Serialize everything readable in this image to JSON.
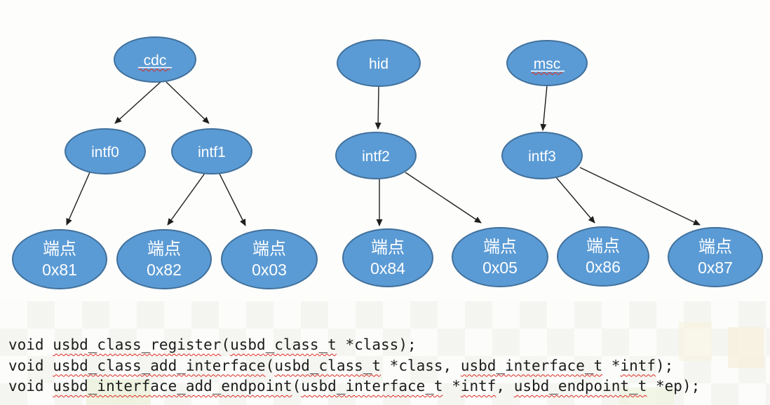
{
  "diagram": {
    "classes": [
      {
        "label": "cdc"
      },
      {
        "label": "hid"
      },
      {
        "label": "msc"
      }
    ],
    "interfaces": [
      {
        "label": "intf0"
      },
      {
        "label": "intf1"
      },
      {
        "label": "intf2"
      },
      {
        "label": "intf3"
      }
    ],
    "endpoints": [
      {
        "name": "端点",
        "addr": "0x81"
      },
      {
        "name": "端点",
        "addr": "0x82"
      },
      {
        "name": "端点",
        "addr": "0x03"
      },
      {
        "name": "端点",
        "addr": "0x84"
      },
      {
        "name": "端点",
        "addr": "0x05"
      },
      {
        "name": "端点",
        "addr": "0x86"
      },
      {
        "name": "端点",
        "addr": "0x87"
      }
    ],
    "edges": [
      {
        "from": "cdc",
        "to": "intf0"
      },
      {
        "from": "cdc",
        "to": "intf1"
      },
      {
        "from": "intf0",
        "to": "端点 0x81"
      },
      {
        "from": "intf1",
        "to": "端点 0x82"
      },
      {
        "from": "intf1",
        "to": "端点 0x03"
      },
      {
        "from": "hid",
        "to": "intf2"
      },
      {
        "from": "intf2",
        "to": "端点 0x84"
      },
      {
        "from": "intf2",
        "to": "端点 0x05"
      },
      {
        "from": "msc",
        "to": "intf3"
      },
      {
        "from": "intf3",
        "to": "端点 0x86"
      },
      {
        "from": "intf3",
        "to": "端点 0x87"
      }
    ],
    "colors": {
      "node_fill": "#5b9bd5",
      "node_stroke": "#41719c",
      "node_text": "#ffffff",
      "arrow": "#1f1f1f",
      "spellcheck_red": "#e02b20",
      "code_text": "#1c1c1c"
    }
  },
  "code": {
    "lines": [
      {
        "segments": [
          {
            "t": "void ",
            "u": false
          },
          {
            "t": "usbd_class_register",
            "u": true
          },
          {
            "t": "(",
            "u": false
          },
          {
            "t": "usbd_class_t",
            "u": true
          },
          {
            "t": " *class);",
            "u": false
          }
        ]
      },
      {
        "segments": [
          {
            "t": "void ",
            "u": false
          },
          {
            "t": "usbd_class_add_interface",
            "u": true
          },
          {
            "t": "(",
            "u": false
          },
          {
            "t": "usbd_class_t",
            "u": true
          },
          {
            "t": " *class, ",
            "u": false
          },
          {
            "t": "usbd_interface_t",
            "u": true
          },
          {
            "t": " *",
            "u": false
          },
          {
            "t": "intf",
            "u": true
          },
          {
            "t": ");",
            "u": false
          }
        ]
      },
      {
        "segments": [
          {
            "t": "void ",
            "u": false
          },
          {
            "t": "usbd_interface_add_endpoint",
            "u": true
          },
          {
            "t": "(",
            "u": false
          },
          {
            "t": "usbd_interface_t",
            "u": true
          },
          {
            "t": " *",
            "u": false
          },
          {
            "t": "intf",
            "u": true
          },
          {
            "t": ", ",
            "u": false
          },
          {
            "t": "usbd_endpoint_t",
            "u": true
          },
          {
            "t": " *ep);",
            "u": false
          }
        ]
      }
    ]
  }
}
